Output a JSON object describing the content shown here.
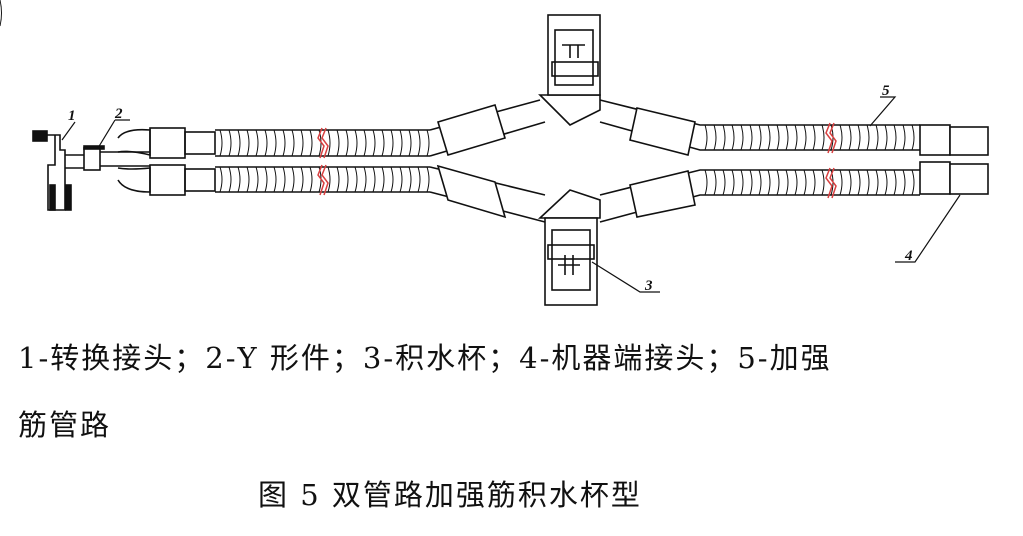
{
  "figure": {
    "part_labels": [
      "1",
      "2",
      "3",
      "4",
      "5"
    ],
    "legend_line1": "1-转换接头；2-Y 形件；3-积水杯；4-机器端接头；5-加强",
    "legend_line2": "筋管路",
    "caption": "图 5  双管路加强筋积水杯型"
  },
  "colors": {
    "line": "#111111",
    "break_mark": "#d94040"
  }
}
